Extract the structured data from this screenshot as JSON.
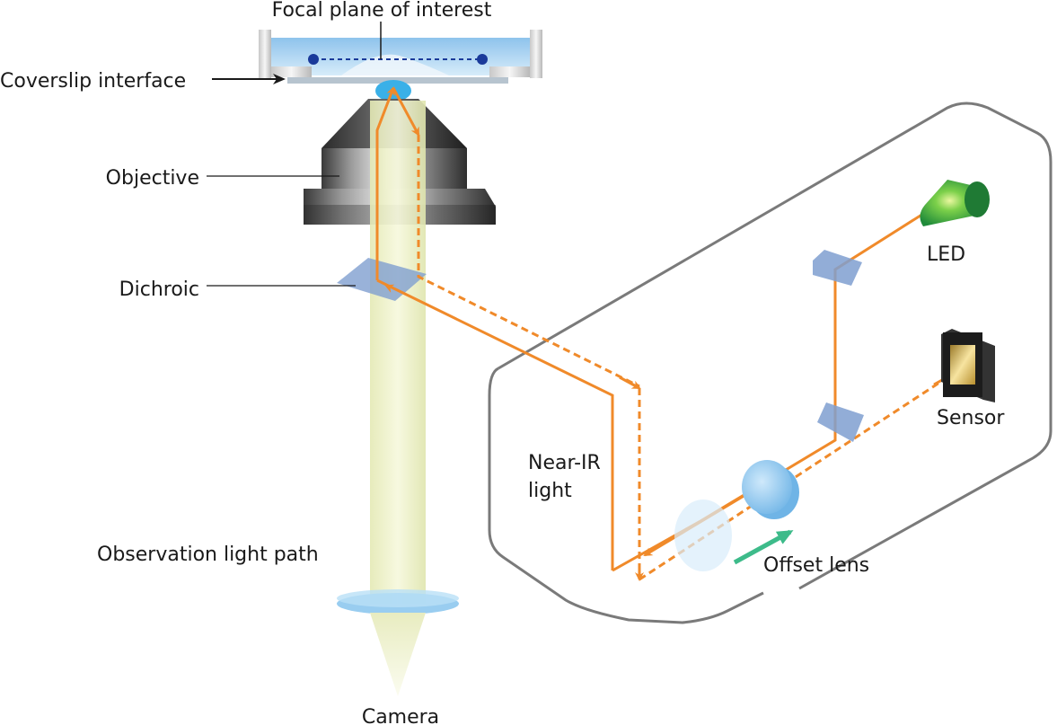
{
  "diagram": {
    "title": "Near-IR focus-offset autofocus optical path",
    "labels": {
      "focal_plane": "Focal plane of interest",
      "coverslip": "Coverslip interface",
      "objective": "Objective",
      "dichroic": "Dichroic",
      "observation_path": "Observation light path",
      "camera": "Camera",
      "near_ir_line1": "Near-IR",
      "near_ir_line2": "light",
      "led": "LED",
      "sensor": "Sensor",
      "offset_lens": "Offset lens"
    },
    "colors": {
      "beam": "#f08a2a",
      "observation_beam": "#eef2c8",
      "housing_outline": "#7a7a7a",
      "glass": "#7f9fd0",
      "lens": "#9fd0f0",
      "led_green": "#2fa84a",
      "offset_arrow": "#3dbb8a",
      "focal_dot": "#1a3a9a",
      "sensor_gold": "#d9b24a",
      "text": "#1a1a1a"
    },
    "components": [
      "Objective",
      "Dichroic",
      "Observation lens",
      "Camera",
      "LED",
      "Mirror 1",
      "Mirror 2",
      "Offset lens",
      "Sensor"
    ]
  }
}
